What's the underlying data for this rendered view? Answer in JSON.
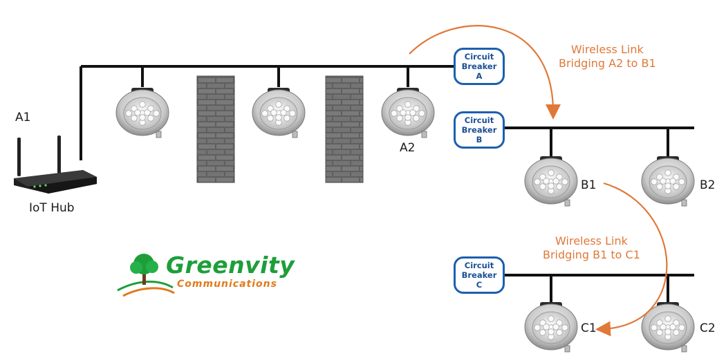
{
  "hub": {
    "name_label": "A1",
    "caption": "IoT Hub"
  },
  "breakers": {
    "a": {
      "line1": "Circuit",
      "line2": "Breaker",
      "line3": "A"
    },
    "b": {
      "line1": "Circuit",
      "line2": "Breaker",
      "line3": "B"
    },
    "c": {
      "line1": "Circuit",
      "line2": "Breaker",
      "line3": "C"
    }
  },
  "lights": {
    "a2": "A2",
    "b1": "B1",
    "b2": "B2",
    "c1": "C1",
    "c2": "C2"
  },
  "wireless_links": {
    "a2_b1": {
      "line1": "Wireless Link",
      "line2": "Bridging A2 to B1"
    },
    "b1_c1": {
      "line1": "Wireless Link",
      "line2": "Bridging B1 to C1"
    }
  },
  "logo": {
    "name": "Greenvity",
    "tagline": "Communications"
  },
  "colors": {
    "wire": "#111111",
    "breaker_border": "#1b5fb0",
    "wireless_arc": "#e07838",
    "brick": "#6e6e6e",
    "logo_green": "#1e9e3a",
    "logo_orange": "#e07a1c"
  }
}
